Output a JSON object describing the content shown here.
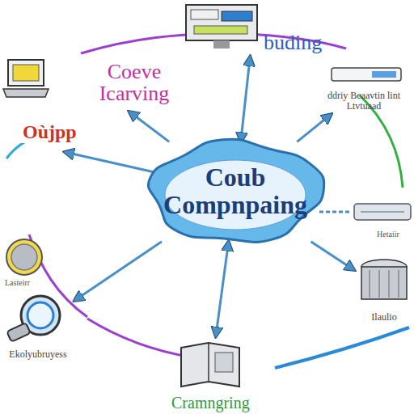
{
  "diagram": {
    "nodes": [
      {
        "text": [
          "Coub Compnpaing"
        ]
      },
      {
        "text": [
          "Coeve Icarving"
        ]
      },
      {
        "text": [
          "buding"
        ]
      },
      {
        "text": [
          "ddriy Beaavtin lint Ltvtuaad"
        ]
      },
      {
        "text": [
          "Cramngring"
        ]
      },
      {
        "text": [
          "Ekolyubruyess"
        ]
      },
      {
        "text": [
          "Ilaulio"
        ]
      }
    ],
    "edges": [
      {
        "from": 0,
        "to": 1,
        "arrow": "to"
      },
      {
        "from": 0,
        "to": 2,
        "arrow": "both"
      },
      {
        "from": 0,
        "to": 3,
        "arrow": "to"
      },
      {
        "from": 0,
        "to": 4,
        "arrow": "both"
      },
      {
        "from": 0,
        "to": 5,
        "arrow": "to"
      },
      {
        "from": 0,
        "to": 6,
        "arrow": "to"
      }
    ],
    "labels": [
      "Oùjpp",
      "Lasteirr",
      "Hetaiir"
    ]
  }
}
